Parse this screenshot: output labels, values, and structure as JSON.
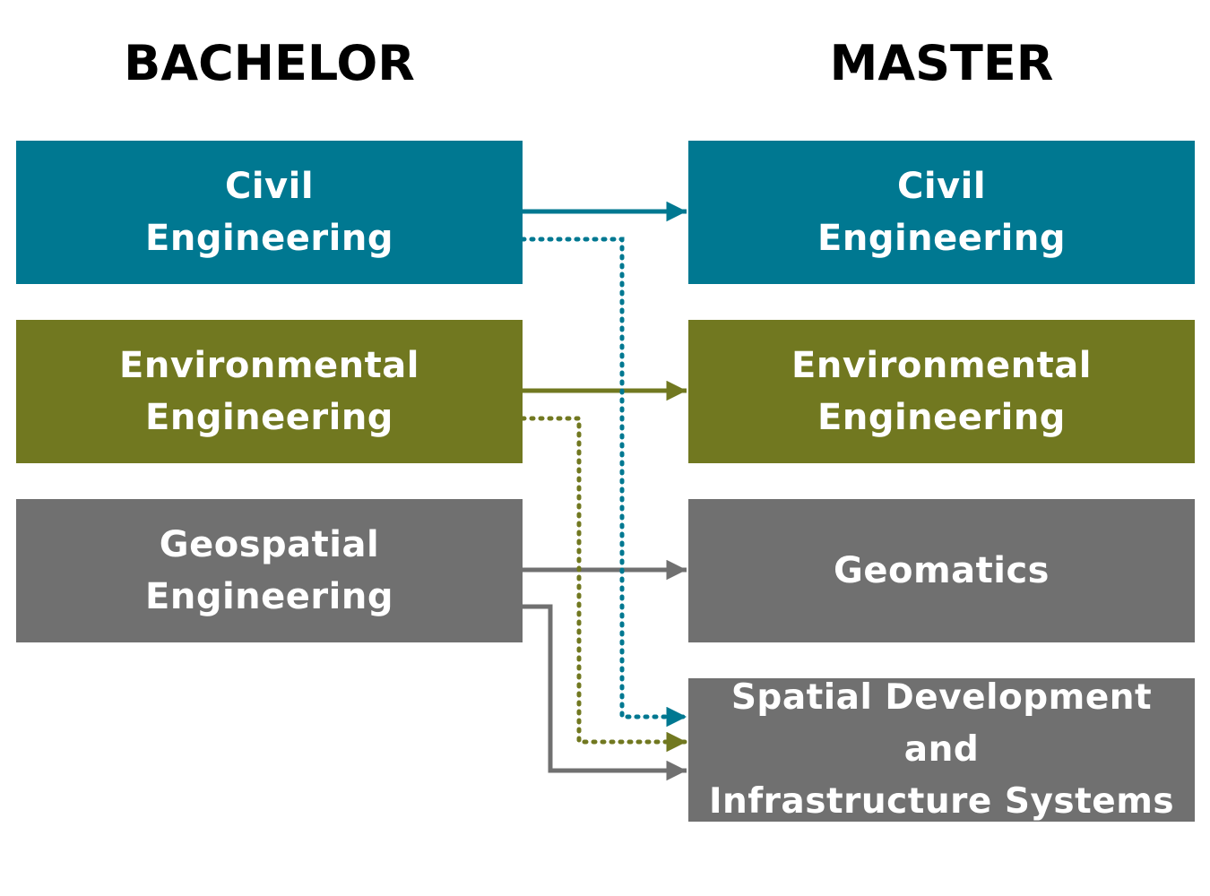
{
  "headings": {
    "bachelor": "BACHELOR",
    "master": "MASTER"
  },
  "bachelor_programs": [
    {
      "label": "Civil\nEngineering",
      "color": "#007891"
    },
    {
      "label": "Environmental\nEngineering",
      "color": "#717820"
    },
    {
      "label": "Geospatial\nEngineering",
      "color": "#707070"
    }
  ],
  "master_programs": [
    {
      "label": "Civil\nEngineering",
      "color": "#007891"
    },
    {
      "label": "Environmental\nEngineering",
      "color": "#717820"
    },
    {
      "label": "Geomatics",
      "color": "#707070"
    },
    {
      "label": "Spatial Development and\nInfrastructure Systems",
      "color": "#707070"
    }
  ],
  "connections": [
    {
      "from": "Civil Engineering",
      "to": "Civil Engineering",
      "style": "solid",
      "color": "#007891"
    },
    {
      "from": "Environmental Engineering",
      "to": "Environmental Engineering",
      "style": "solid",
      "color": "#717820"
    },
    {
      "from": "Geospatial Engineering",
      "to": "Geomatics",
      "style": "solid",
      "color": "#707070"
    },
    {
      "from": "Civil Engineering",
      "to": "Spatial Development and Infrastructure Systems",
      "style": "dotted",
      "color": "#007891"
    },
    {
      "from": "Environmental Engineering",
      "to": "Spatial Development and Infrastructure Systems",
      "style": "dotted",
      "color": "#717820"
    },
    {
      "from": "Geospatial Engineering",
      "to": "Spatial Development and Infrastructure Systems",
      "style": "solid",
      "color": "#707070"
    }
  ]
}
